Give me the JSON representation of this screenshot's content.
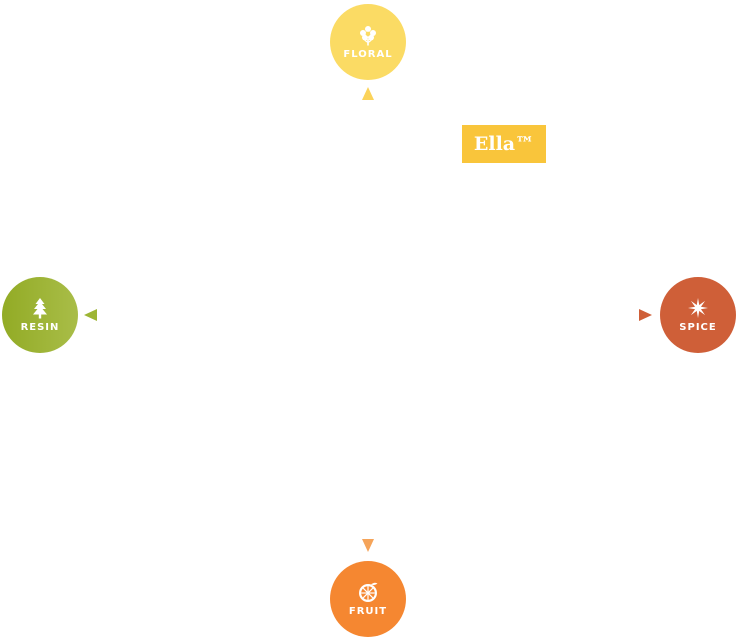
{
  "product_name": "Ella™",
  "nodes": {
    "floral": {
      "label": "FLORAL",
      "icon": "flower-icon",
      "color": "#fbdb64"
    },
    "resin": {
      "label": "RESIN",
      "icon": "pine-tree-icon",
      "color": "#9db534"
    },
    "spice": {
      "label": "SPICE",
      "icon": "star-anise-icon",
      "color": "#cf5f38"
    },
    "fruit": {
      "label": "FRUIT",
      "icon": "citrus-slice-icon",
      "color": "#f58731"
    }
  },
  "colors": {
    "badge": "#f9c53b",
    "axis_vertical_top": "#fbd35a",
    "axis_vertical_bottom": "#f5a45a",
    "axis_horizontal_left": "#9db534",
    "axis_horizontal_right": "#cf5f38"
  }
}
